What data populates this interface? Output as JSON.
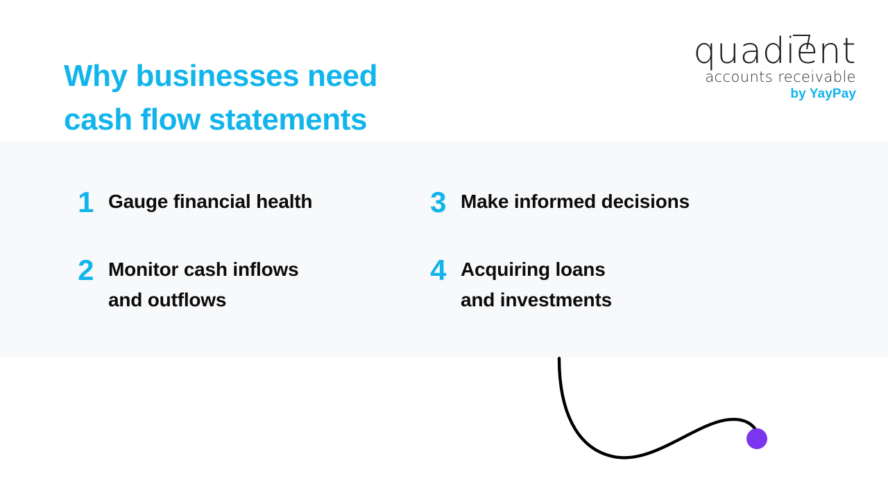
{
  "header": {
    "title": "Why businesses need\ncash flow statements",
    "title_color": "#11B4EB"
  },
  "logo": {
    "wordmark": "quadient",
    "subtitle": "accounts receivable",
    "byline": "by YayPay",
    "byline_color": "#11B4EB",
    "wordmark_color": "#1D1D1B"
  },
  "panel": {
    "background_color": "#F8F9FB",
    "items": [
      {
        "number": "1",
        "label": "Gauge financial health"
      },
      {
        "number": "2",
        "label": "Monitor cash inflows\nand outflows"
      },
      {
        "number": "3",
        "label": "Make informed decisions"
      },
      {
        "number": "4",
        "label": "Acquiring loans\nand investments"
      }
    ]
  },
  "decoration": {
    "curve_color": "#000000",
    "dot_color": "#7B35EE",
    "dot_radius": 15
  }
}
